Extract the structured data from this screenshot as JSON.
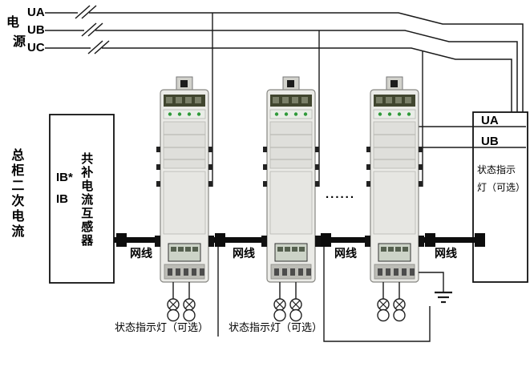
{
  "source": {
    "label_char1": "电",
    "label_char2": "源",
    "phases": [
      {
        "label": "UA"
      },
      {
        "label": "UB"
      },
      {
        "label": "UC"
      }
    ]
  },
  "left_panel": {
    "vertical_label": "总柜二次电流",
    "ib_star_label": "IB*",
    "ib_label": "IB",
    "ct_label": "共补电流互感器"
  },
  "bus": {
    "cable_labels": [
      "网线",
      "网线",
      "网线",
      "网线"
    ]
  },
  "right_panel": {
    "phase_a_label": "UA",
    "phase_b_label": "UB",
    "status_line1": "状态指示",
    "status_line2": "灯（可选）"
  },
  "bottom": {
    "status_labels": [
      "状态指示灯（可选）",
      "状态指示灯（可选）"
    ]
  },
  "ellipsis": "......",
  "colors": {
    "wire": "#1a1a1a",
    "bus": "#0d0d0d",
    "device_body": "#ebebe7",
    "terminal_strip": "#41462f",
    "led_green": "#2f9a3a",
    "lcd": "#ccd3c7"
  }
}
